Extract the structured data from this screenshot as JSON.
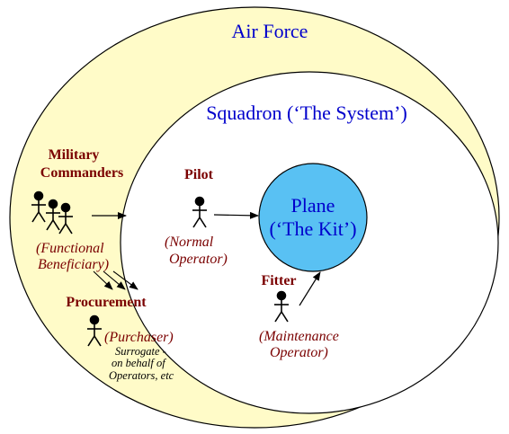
{
  "colors": {
    "outer_fill": "#fffbc8",
    "inner_fill": "#ffffff",
    "plane_fill": "#59c1f3",
    "ring_stroke": "#000000",
    "blue_text": "#0000cc",
    "red_text": "#7a0000"
  },
  "outer": {
    "label": "Air Force"
  },
  "inner": {
    "label": "Squadron (‘The System’)"
  },
  "plane": {
    "line1": "Plane",
    "line2": "(‘The Kit’)"
  },
  "commanders": {
    "line1": "Military",
    "line2": "Commanders",
    "role1": "(Functional",
    "role2": "Beneficiary)"
  },
  "pilot": {
    "name": "Pilot",
    "role1": "(Normal",
    "role2": "Operator)"
  },
  "fitter": {
    "name": "Fitter",
    "role1": "(Maintenance",
    "role2": "Operator)"
  },
  "procurement": {
    "name": "Procurement",
    "role1": "(Purchaser)",
    "note1": "Surrogate -",
    "note2": "on behalf of",
    "note3": "Operators, etc"
  }
}
